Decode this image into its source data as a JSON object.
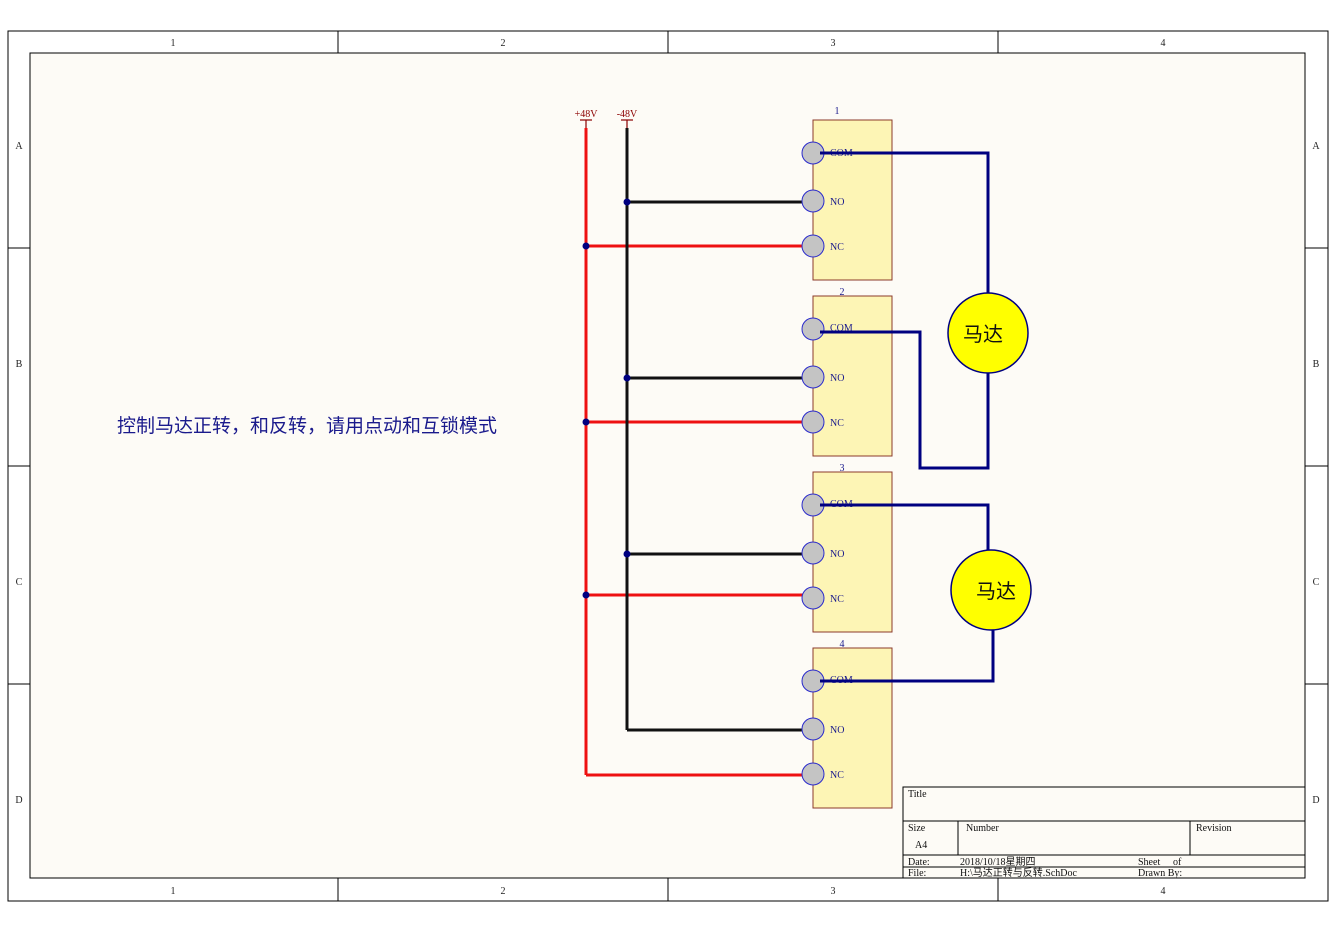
{
  "zones": {
    "columns": [
      "1",
      "2",
      "3",
      "4"
    ],
    "rows": [
      "A",
      "B",
      "C",
      "D"
    ]
  },
  "note": "控制马达正转，和反转，请用点动和互锁模式",
  "power": {
    "positive": "+48V",
    "negative": "-48V"
  },
  "relays": [
    {
      "designator": "1",
      "pins": [
        "COM",
        "NO",
        "NC"
      ]
    },
    {
      "designator": "2",
      "pins": [
        "COM",
        "NO",
        "NC"
      ]
    },
    {
      "designator": "3",
      "pins": [
        "COM",
        "NO",
        "NC"
      ]
    },
    {
      "designator": "4",
      "pins": [
        "COM",
        "NO",
        "NC"
      ]
    }
  ],
  "motors": [
    {
      "label": "马达"
    },
    {
      "label": "马达"
    }
  ],
  "title_block": {
    "title_label": "Title",
    "size_label": "Size",
    "size_value": "A4",
    "number_label": "Number",
    "revision_label": "Revision",
    "date_label": "Date:",
    "date_value": "2018/10/18星期四",
    "file_label": "File:",
    "file_value": "H:\\马达正转与反转.SchDoc",
    "sheet_label": "Sheet",
    "of_label": "of",
    "drawn_by_label": "Drawn By:"
  },
  "colors": {
    "sheet_bg": "#fdfbf6",
    "border": "#000000",
    "relay_fill": "#fdf5b5",
    "relay_stroke": "#8b3a2a",
    "pin_fill": "#c4c4c4",
    "pin_stroke": "#2a2acc",
    "wire_positive": "#ee1111",
    "wire_negative": "#111111",
    "wire_motor": "#000080",
    "motor_fill": "#ffff00",
    "text_blue": "#1a1a8c"
  }
}
